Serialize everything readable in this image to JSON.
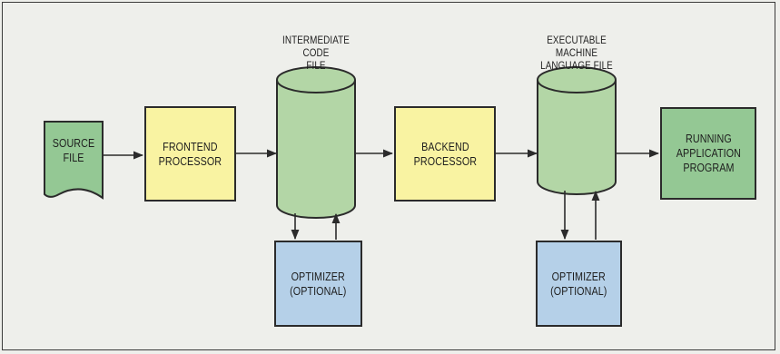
{
  "colors": {
    "background": "#eeefeb",
    "source_and_output": "#94c894",
    "processor": "#f9f3a2",
    "optimizer": "#b5d0e8",
    "storage": "#b3d6a6",
    "outline": "#2b2b2b"
  },
  "nodes": {
    "source_file": {
      "line1": "SOURCE",
      "line2": "FILE"
    },
    "frontend": {
      "line1": "FRONTEND",
      "line2": "PROCESSOR"
    },
    "intermediate_file": {
      "line1": "INTERMEDIATE",
      "line2": "CODE",
      "line3": "FILE"
    },
    "backend": {
      "line1": "BACKEND",
      "line2": "PROCESSOR"
    },
    "executable_file": {
      "line1": "EXECUTABLE",
      "line2": "MACHINE",
      "line3": "LANGUAGE FILE"
    },
    "running_program": {
      "line1": "RUNNING",
      "line2": "APPLICATION",
      "line3": "PROGRAM"
    },
    "optimizer_1": {
      "line1": "OPTIMIZER",
      "line2": "(OPTIONAL)"
    },
    "optimizer_2": {
      "line1": "OPTIMIZER",
      "line2": "(OPTIONAL)"
    }
  }
}
